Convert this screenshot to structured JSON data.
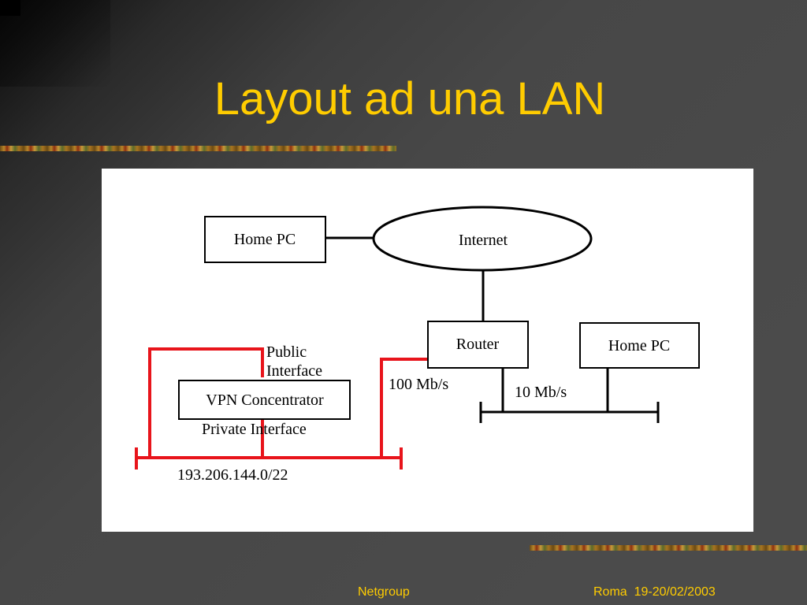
{
  "slide": {
    "title": "Layout ad una LAN",
    "background_color": "#474747",
    "title_color": "#ffcc00"
  },
  "diagram": {
    "nodes": {
      "home_pc_top": "Home PC",
      "internet": "Internet",
      "router": "Router",
      "home_pc_right": "Home PC",
      "vpn_concentrator": "VPN Concentrator"
    },
    "labels": {
      "public_interface_line1": "Public",
      "public_interface_line2": "Interface",
      "private_interface": "Private Interface",
      "speed_100": "100 Mb/s",
      "speed_10": "10 Mb/s",
      "subnet": "193.206.144.0/22"
    },
    "colors": {
      "red_network": "#e8141b",
      "black_network": "#000000"
    }
  },
  "footer": {
    "left": "Netgroup",
    "right": "Roma  19-20/02/2003"
  }
}
